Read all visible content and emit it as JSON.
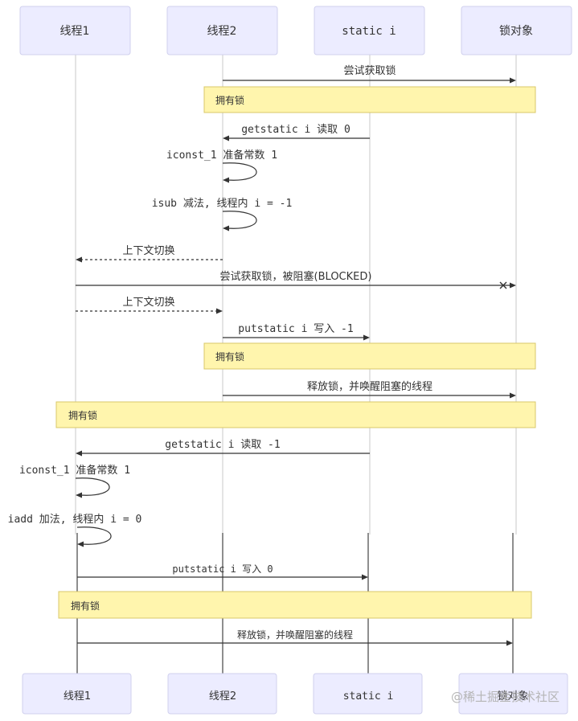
{
  "actors": {
    "top": [
      "线程1",
      "线程2",
      "static i",
      "锁对象"
    ],
    "bottom": [
      "线程1",
      "线程2",
      "static i",
      "锁对象"
    ]
  },
  "messages": [
    {
      "id": "m1",
      "text": "尝试获取锁"
    },
    {
      "id": "m2",
      "text": "getstatic i 读取 0"
    },
    {
      "id": "m3",
      "text": "iconst_1 准备常数 1"
    },
    {
      "id": "m4",
      "text": "isub 减法, 线程内 i = -1"
    },
    {
      "id": "m5",
      "text": "上下文切换"
    },
    {
      "id": "m6",
      "text": "尝试获取锁，被阻塞(BLOCKED)"
    },
    {
      "id": "m7",
      "text": "上下文切换"
    },
    {
      "id": "m8",
      "text": "putstatic i 写入 -1"
    },
    {
      "id": "m9",
      "text": "释放锁，并唤醒阻塞的线程"
    },
    {
      "id": "m10",
      "text": "getstatic i 读取 -1"
    },
    {
      "id": "m11",
      "text": "iconst_1 准备常数 1"
    },
    {
      "id": "m12",
      "text": "iadd 加法, 线程内 i = 0"
    },
    {
      "id": "m13",
      "text": "putstatic i 写入 0"
    },
    {
      "id": "m14",
      "text": "释放锁，并唤醒阻塞的线程"
    }
  ],
  "notes": [
    "拥有锁",
    "拥有锁",
    "拥有锁",
    "拥有锁"
  ],
  "watermark": "@稀土掘金技术社区",
  "colors": {
    "actor_fill": "#ececff",
    "note_fill": "#fff5ad",
    "line": "#333333"
  }
}
